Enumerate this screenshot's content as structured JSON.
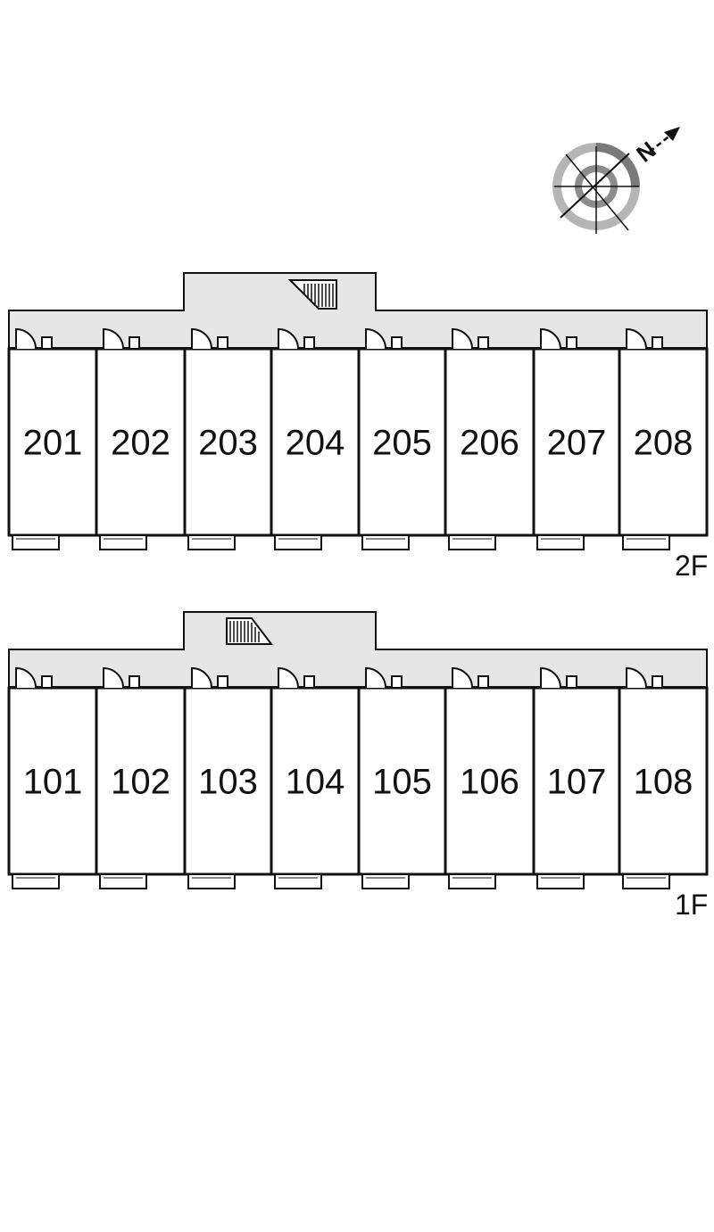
{
  "compass": {
    "north_label": "N",
    "icon": "compass-rose-icon"
  },
  "floors": [
    {
      "label": "2F",
      "rooms": [
        "201",
        "202",
        "203",
        "204",
        "205",
        "206",
        "207",
        "208"
      ]
    },
    {
      "label": "1F",
      "rooms": [
        "101",
        "102",
        "103",
        "104",
        "105",
        "106",
        "107",
        "108"
      ]
    }
  ],
  "colors": {
    "corridor": "#e6e6e6",
    "wall": "#111111",
    "background": "#ffffff"
  }
}
